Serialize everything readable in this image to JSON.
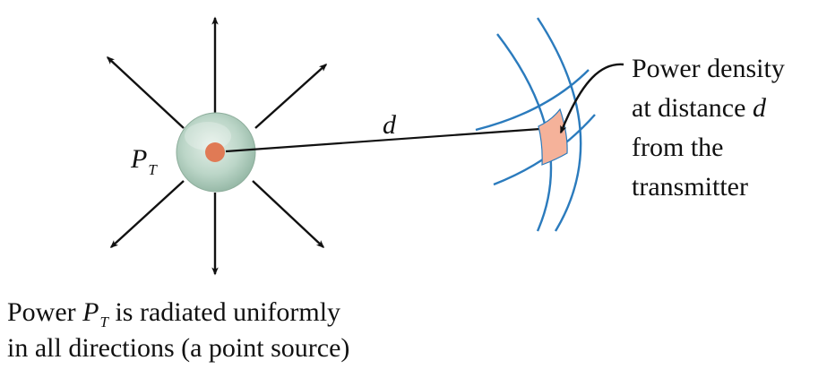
{
  "source": {
    "symbol": "P",
    "subscript": "T"
  },
  "distance_label": "d",
  "density_label": {
    "line1": "Power density",
    "line2_prefix": "at distance ",
    "line2_var": "d",
    "line3": "from the",
    "line4": "transmitter"
  },
  "caption": {
    "line1_prefix": "Power ",
    "line1_symbol": "P",
    "line1_subscript": "T",
    "line1_suffix": " is radiated uniformly",
    "line2": "in all directions (a point source)"
  },
  "colors": {
    "sphere": "#b9d5c6",
    "core": "#e07a55",
    "wavefront": "#2b7bbd",
    "patch": "#f5b29a",
    "line": "#111111"
  }
}
